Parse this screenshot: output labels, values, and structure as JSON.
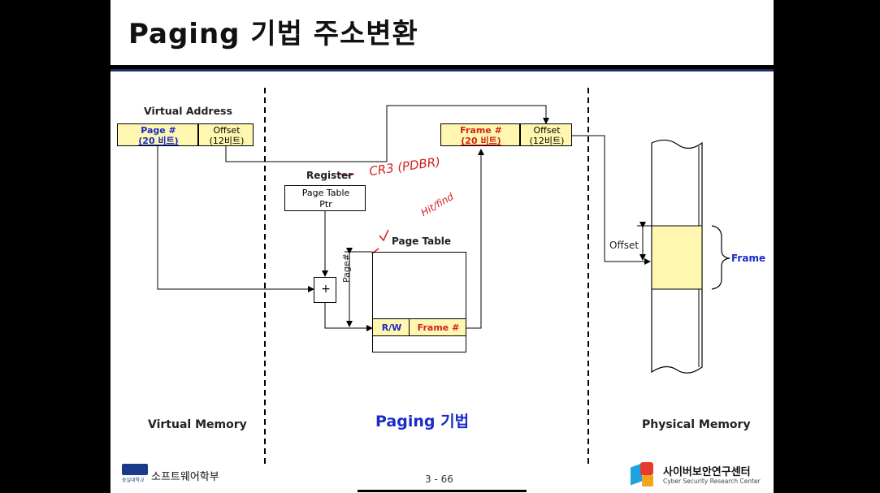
{
  "title": "Paging 기법 주소변환",
  "virtual_address": {
    "label": "Virtual Address",
    "page_line1": "Page #",
    "page_line2": "(20 비트)",
    "offset_line1": "Offset",
    "offset_line2": "(12비트)"
  },
  "physical_address": {
    "frame_line1": "Frame #",
    "frame_line2": "(20 비트)",
    "offset_line1": "Offset",
    "offset_line2": "(12비트)"
  },
  "register": {
    "label": "Register",
    "annotation": "CR3 (PDBR)",
    "box_line1": "Page Table",
    "box_line2": "Ptr"
  },
  "handwritten_note": "Hit/find",
  "page_table": {
    "label": "Page Table",
    "checkmark": "✓",
    "rw": "R/W",
    "frame": "Frame #",
    "page_axis": "Page#"
  },
  "adder": "+",
  "physical": {
    "offset_label": "Offset",
    "frame_label": "Frame"
  },
  "sections": {
    "virtual_memory": "Virtual Memory",
    "paging": "Paging 기법",
    "physical_memory": "Physical Memory"
  },
  "footer": {
    "left_org": "소프트웨어학부",
    "left_logo_sub": "숭실대학교",
    "page_number": "3 - 66",
    "right_org": "사이버보안연구센터",
    "right_org_sub": "Cyber Security Research Center"
  },
  "colors": {
    "highlight": "#fff7b0",
    "blue_text": "#1a2bc8",
    "red_text": "#d42020",
    "title_rule": "#1b2a6b"
  }
}
